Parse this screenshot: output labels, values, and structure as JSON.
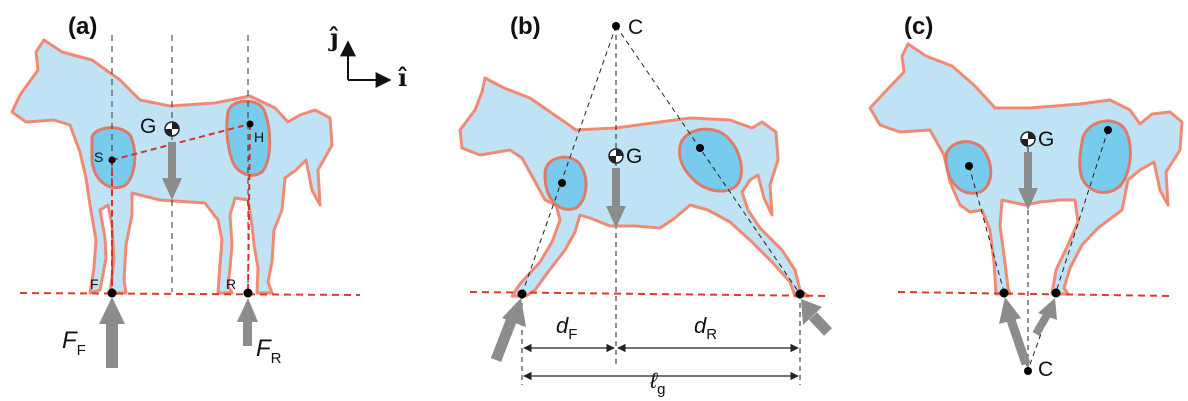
{
  "panels": [
    {
      "label": "(a)",
      "points": {
        "G": "G",
        "S": "S",
        "H": "H",
        "F": "F",
        "R": "R"
      },
      "forces": {
        "front_main": "F",
        "front_sub": "F",
        "rear_main": "F",
        "rear_sub": "R"
      }
    },
    {
      "label": "(b)",
      "points": {
        "C": "C",
        "G": "G"
      },
      "dimensions": {
        "dF_main": "d",
        "dF_sub": "F",
        "dR_main": "d",
        "dR_sub": "R",
        "lg_main": "ℓ",
        "lg_sub": "g"
      }
    },
    {
      "label": "(c)",
      "points": {
        "C": "C",
        "G": "G"
      }
    }
  ],
  "axes": {
    "vertical": "ĵ",
    "horizontal": "î"
  },
  "colors": {
    "body": "#bfe3f5",
    "outline": "#f08a73",
    "muscle": "#5fc3ea",
    "ground": "#e23a2a",
    "arrow": "#8c8c8c"
  }
}
